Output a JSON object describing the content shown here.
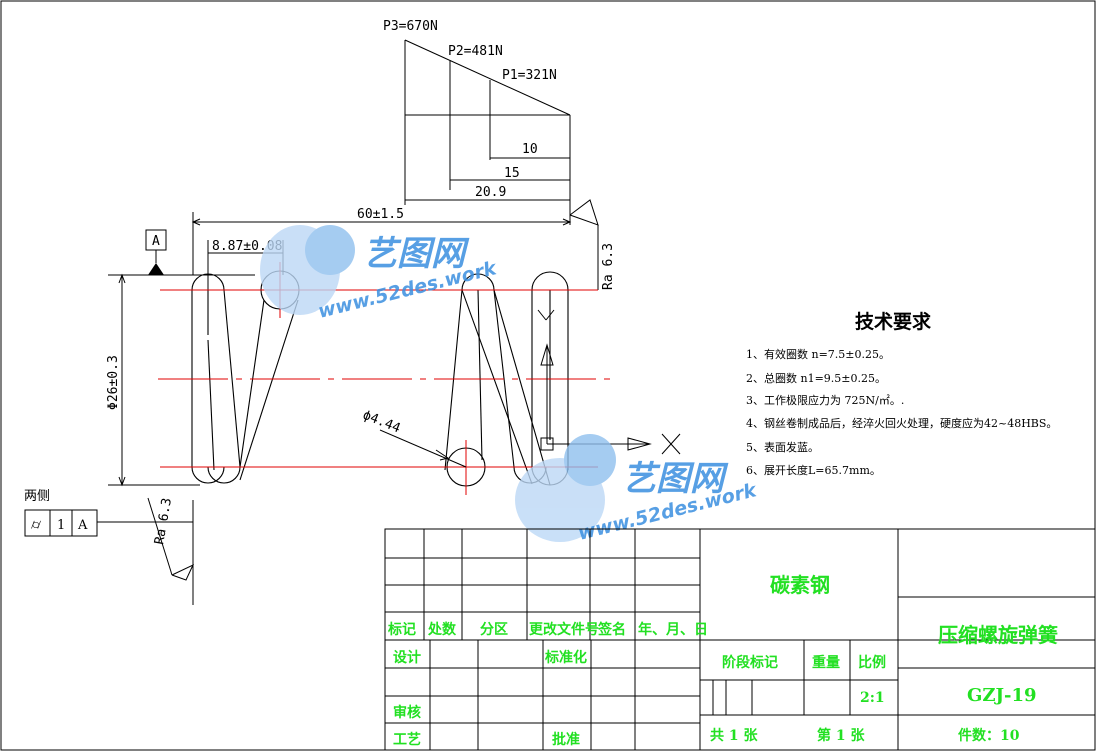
{
  "colors": {
    "line": "#000000",
    "centerline": "#e00000",
    "titleblock_text": "#22e022",
    "watermark": "#3a8fe0"
  },
  "loads": {
    "p3": "P3=670N",
    "p2": "P2=481N",
    "p1": "P1=321N"
  },
  "dimensions": {
    "d10": "10",
    "d15": "15",
    "d20_9": "20.9",
    "free_length": "60±1.5",
    "pitch": "8.87±0.08",
    "diameter": "Φ26±0.3",
    "wire": "ϕ4.44",
    "roughness_top": "Ra 6.3",
    "roughness_side": "Ra 6.3"
  },
  "datum": {
    "label": "A",
    "sides_label": "两侧",
    "frame_symbol": "⌭",
    "frame_value": "1",
    "frame_datum": "A"
  },
  "tech_requirements": {
    "title": "技术要求",
    "items": [
      "1、有效圈数 n=7.5±0.25。",
      "2、总圈数 n1=9.5±0.25。",
      "3、工作极限应力为 725N/㎡。.",
      "4、钢丝卷制成品后，经淬火回火处理，硬度应为42~48HBS。",
      "5、表面发蓝。",
      "6、展开长度L=65.7mm。"
    ]
  },
  "watermark": {
    "text1": "艺图网",
    "text2": "www.52des.work"
  },
  "title_block": {
    "material": "碳素钢",
    "part_name": "压缩螺旋弹簧",
    "drawing_no": "GZJ-19",
    "headers": [
      "标记",
      "处数",
      "分区",
      "更改文件号",
      "签名",
      "年、月、日"
    ],
    "design": "设计",
    "standardize": "标准化",
    "review": "审核",
    "process": "工艺",
    "approve": "批准",
    "stage_mark": "阶段标记",
    "weight": "重量",
    "scale_label": "比例",
    "scale": "2:1",
    "sheets": "共 1 张",
    "sheet_no": "第 1 张",
    "quantity": "件数：10"
  }
}
